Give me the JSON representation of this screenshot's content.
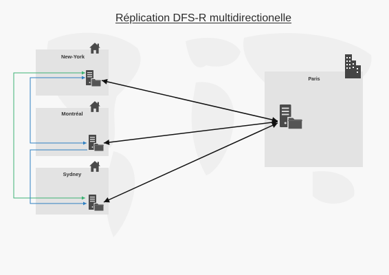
{
  "title": "Réplication DFS-R multidirectionelle",
  "sites": {
    "new_york": {
      "label": "New-York",
      "site_icon": "house-icon",
      "server_icon": "file-server-icon"
    },
    "montreal": {
      "label": "Montréal",
      "site_icon": "house-icon",
      "server_icon": "file-server-icon"
    },
    "sydney": {
      "label": "Sydney",
      "site_icon": "house-icon",
      "server_icon": "file-server-icon"
    },
    "paris": {
      "label": "Paris",
      "site_icon": "office-building-icon",
      "server_icon": "file-server-icon"
    }
  },
  "colors": {
    "background": "#f8f8f8",
    "site_box": "#e3e3e3",
    "icon": "#4a4a4a",
    "replication_arrow": "#111111",
    "link_green": "#3bb273",
    "link_blue": "#2e7fc2"
  }
}
